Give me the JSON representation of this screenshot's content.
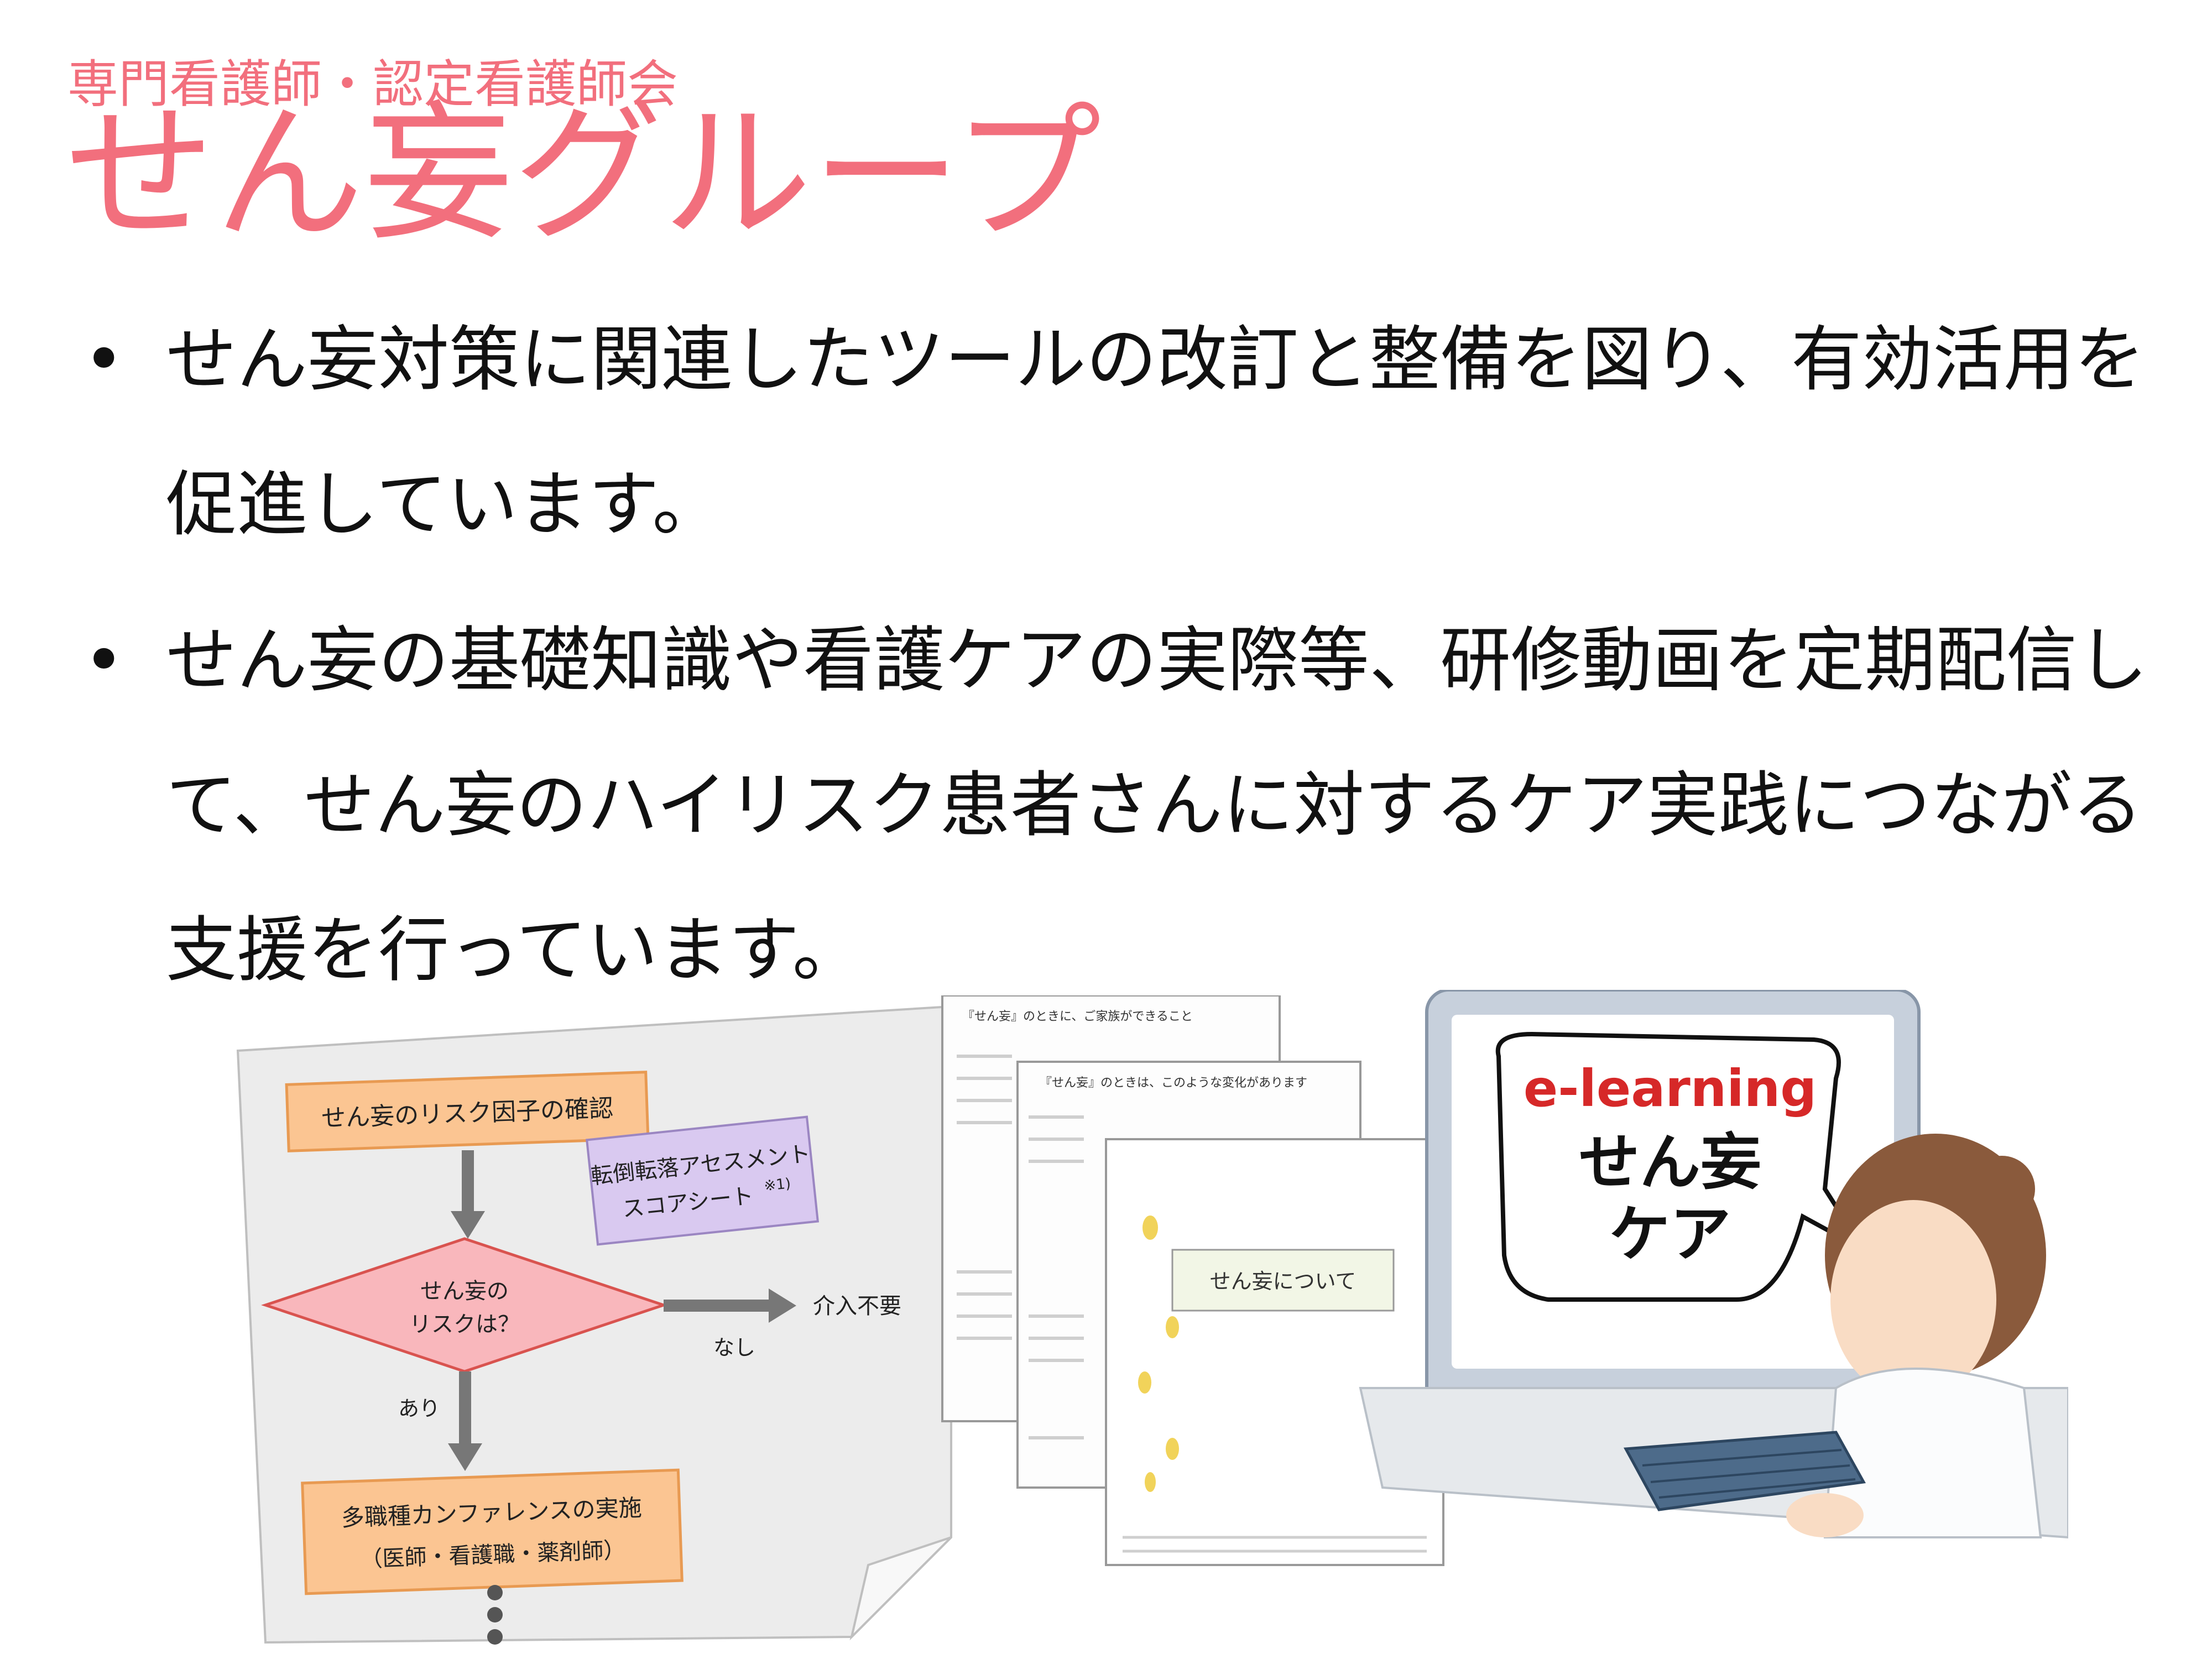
{
  "header": {
    "subtitle": "専門看護師・認定看護師会",
    "title": "せん妄グループ"
  },
  "bullets": [
    "せん妄対策に関連したツールの改訂と整備を図り、有効活用を促進しています。",
    "せん妄の基礎知識や看護ケアの実際等、研修動画を定期配信して、せん妄のハイリスク患者さんに対するケア実践につながる支援を行っています。"
  ],
  "flowchart": {
    "box1": "せん妄のリスク因子の確認",
    "note_line1": "転倒転落アセスメント",
    "note_line2": "スコアシート",
    "note_mark": "※1)",
    "diamond_line1": "せん妄の",
    "diamond_line2": "リスクは？",
    "no": "なし",
    "no_result": "介入不要",
    "yes": "あり",
    "box2_line1": "多職種カンファレンスの実施",
    "box2_line2": "（医師・看護職・薬剤師）"
  },
  "documents": {
    "doc1_title": "『せん妄』のときに、ご家族ができること",
    "doc2_title": "『せん妄』のときは、このような変化があります",
    "doc3_title": "せん妄について"
  },
  "elearning": {
    "label": "e-learning",
    "line1": "せん妄",
    "line2": "ケア"
  },
  "colors": {
    "accent": "#f26f7d",
    "box_orange": "#fbc592",
    "note_purple": "#d9c9f0",
    "diamond_pink": "#f9b7bc"
  }
}
